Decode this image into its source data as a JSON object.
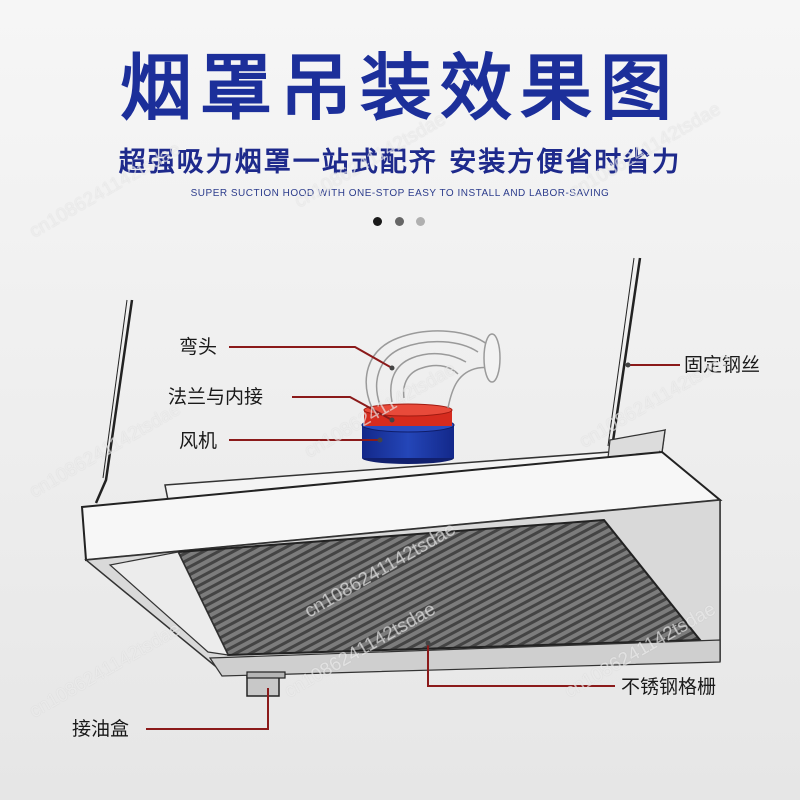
{
  "header": {
    "title": "烟罩吊装效果图",
    "subtitle": "超强吸力烟罩一站式配齐 安装方便省时省力",
    "en_subtitle": "SUPER SUCTION HOOD WITH ONE-STOP  EASY TO INSTALL AND LABOR-SAVING"
  },
  "pager": {
    "dot_colors": [
      "#1a1a1a",
      "#666666",
      "#b0b0b0"
    ]
  },
  "labels": {
    "elbow": "弯头",
    "flange": "法兰与内接",
    "fan": "风机",
    "wire": "固定钢丝",
    "grille": "不锈钢格栅",
    "oil_box": "接油盒"
  },
  "watermarks": [
    "cn1086241142tsdae",
    "cn1086241142tsdae",
    "cn1086241142tsdae",
    "cn1086241142tsdae",
    "cn1086241142tsdae",
    "cn1086241142tsdae",
    "cn1086241142tsdae",
    "cn1086241142tsdae",
    "cn1086241142tsdae",
    "cn1086241142tsdae"
  ],
  "colors": {
    "title": "#1c2f9a",
    "leader_line": "#8b1a1a",
    "fan_blue": "#1c3aa3",
    "flange_red": "#d62b1e"
  }
}
